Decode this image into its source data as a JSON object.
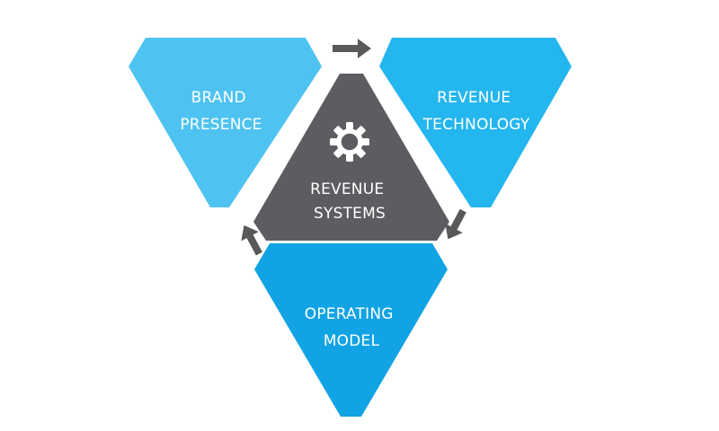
{
  "nodes": {
    "brand_presence": {
      "line1": "BRAND",
      "line2": "PRESENCE",
      "color": "#4ec3f1"
    },
    "revenue_technology": {
      "line1": "REVENUE",
      "line2": "TECHNOLOGY",
      "color": "#24b6ee"
    },
    "operating_model": {
      "line1": "OPERATING",
      "line2": "MODEL",
      "color": "#11a3e3"
    },
    "revenue_systems": {
      "line1": "REVENUE",
      "line2": "SYSTEMS",
      "color": "#5c5d60",
      "icon": "gear-icon"
    }
  },
  "arrow_color": "#58595b",
  "arrows": [
    "arrow-right",
    "arrow-down-left",
    "arrow-up-left"
  ]
}
